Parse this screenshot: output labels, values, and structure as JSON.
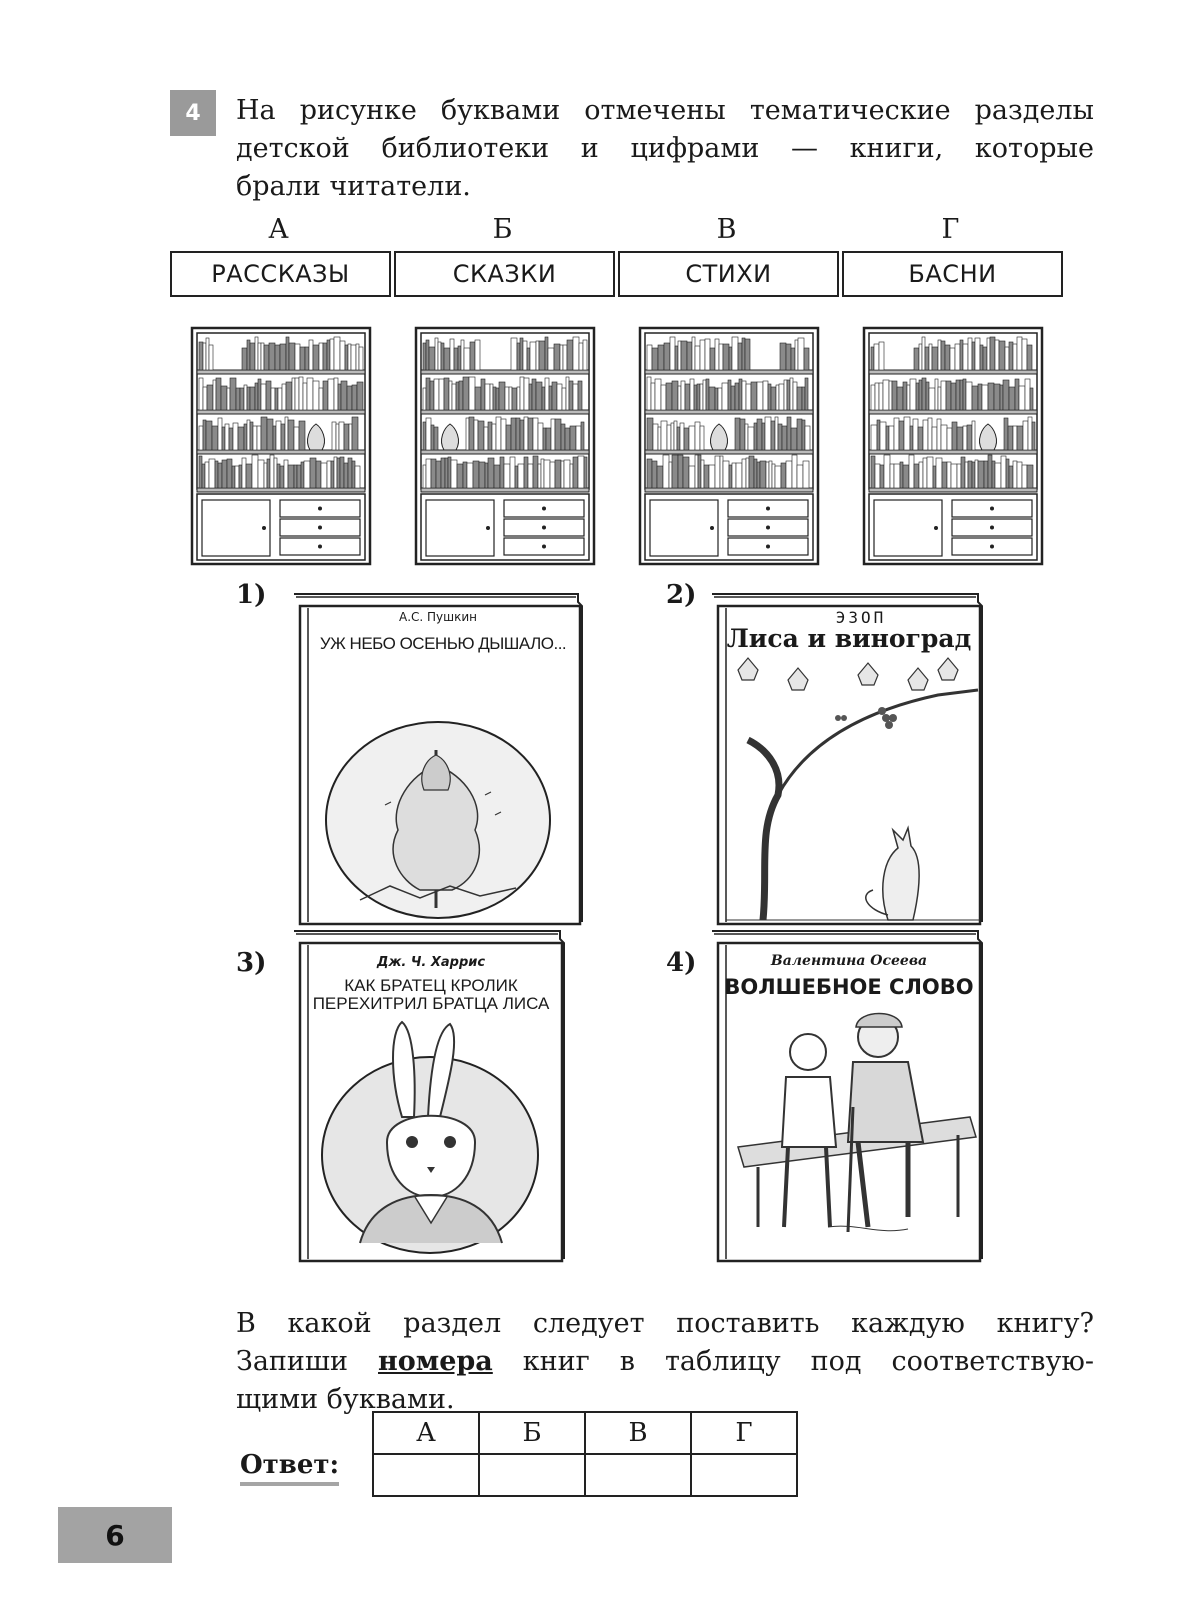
{
  "task_number": "4",
  "intro_lines": [
    "На рисунке буквами отмечены тематические разделы",
    "детской библиотеки и цифрами — книги, которые",
    "брали читатели."
  ],
  "sections": [
    {
      "letter": "А",
      "name": "РАССКАЗЫ"
    },
    {
      "letter": "Б",
      "name": "СКАЗКИ"
    },
    {
      "letter": "В",
      "name": "СТИХИ"
    },
    {
      "letter": "Г",
      "name": "БАСНИ"
    }
  ],
  "books": [
    {
      "number": "1)",
      "author": "А.С. Пушкин",
      "title": "УЖ НЕБО ОСЕНЬЮ ДЫШАЛО...",
      "illustration": "tree-icon"
    },
    {
      "number": "2)",
      "author": "ЭЗОП",
      "title": "Лиса и виноград",
      "illustration": "fox-grapes-icon"
    },
    {
      "number": "3)",
      "author": "Дж. Ч. Харрис",
      "title_line1": "КАК БРАТЕЦ КРОЛИК",
      "title_line2": "ПЕРЕХИТРИЛ БРАТЦА ЛИСА",
      "illustration": "rabbit-icon"
    },
    {
      "number": "4)",
      "author": "Валентина Осеева",
      "title": "ВОЛШЕБНОЕ СЛОВО",
      "illustration": "bench-people-icon"
    }
  ],
  "question": {
    "line1": "В какой раздел следует поставить каждую книгу?",
    "line2_before": "Запиши ",
    "line2_bold": "номера",
    "line2_after": " книг в таблицу под соответствую-",
    "line3": "щими буквами."
  },
  "answer": {
    "label": "Ответ:",
    "headers": [
      "А",
      "Б",
      "В",
      "Г"
    ],
    "values": [
      "",
      "",
      "",
      ""
    ]
  },
  "page_number": "6"
}
